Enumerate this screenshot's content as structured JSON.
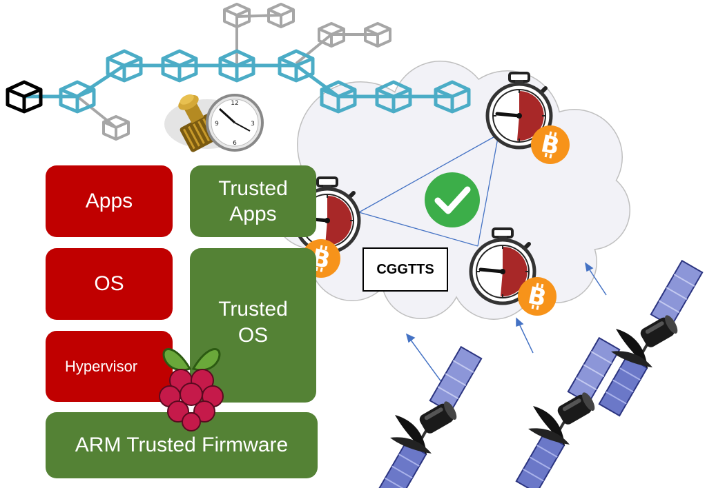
{
  "stack": {
    "apps": "Apps",
    "os": "OS",
    "hypervisor": "Hypervisor",
    "trusted_apps_line1": "Trusted",
    "trusted_apps_line2": "Apps",
    "trusted_os_line1": "Trusted",
    "trusted_os_line2": "OS",
    "firmware": "ARM Trusted Firmware"
  },
  "cloud": {
    "label": "CGGTTS"
  },
  "colors": {
    "untrusted": "#c00000",
    "trusted": "#548235",
    "chain_block": "#4bacc6",
    "side_block": "#a6a6a6",
    "bitcoin": "#f7931a",
    "check": "#3cae49"
  },
  "icons": [
    "cube-icon",
    "stamp-clock-icon",
    "stopwatch-icon",
    "bitcoin-icon",
    "checkmark-icon",
    "raspberry-pi-icon",
    "satellite-icon"
  ]
}
